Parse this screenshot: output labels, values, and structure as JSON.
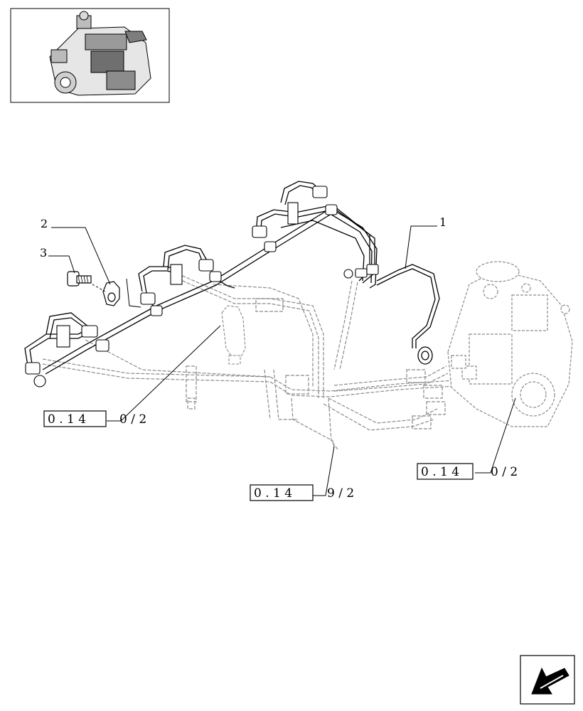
{
  "callouts": {
    "part_1": "1",
    "part_2": "2",
    "part_3": "3"
  },
  "references": {
    "ref_left": {
      "boxed": "0 . 1 4",
      "suffix": "0 / 2"
    },
    "ref_center": {
      "boxed": "0 . 1 4",
      "suffix": "9 / 2"
    },
    "ref_right": {
      "boxed": "0 . 1 4",
      "suffix": "0 / 2"
    }
  },
  "icons": {
    "thumbnail": "engine-thumbnail-icon",
    "nav": "next-page-arrow-icon"
  },
  "colors": {
    "line": "#000000",
    "ghost": "#8a8a8a",
    "background": "#ffffff"
  }
}
